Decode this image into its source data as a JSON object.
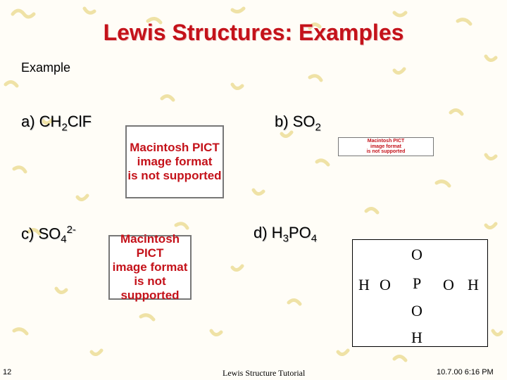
{
  "slide": {
    "title": "Lewis Structures:  Examples",
    "example_label": "Example",
    "items": {
      "a": {
        "prefix": "a)  CH",
        "sub1": "2",
        "rest": "ClF"
      },
      "b": {
        "prefix": "b) SO",
        "sub1": "2"
      },
      "c": {
        "prefix": "c)  SO",
        "sub1": "4",
        "sup": "2-"
      },
      "d": {
        "prefix": "d) H",
        "sub1": "3",
        "mid": "PO",
        "sub2": "4"
      }
    },
    "pict_placeholder": {
      "line1": "Macintosh PICT",
      "line2": "image format",
      "line3": "is not supported"
    },
    "structure": {
      "top": "O",
      "left_h": "H",
      "left_o": "O",
      "center": "P",
      "right_o": "O",
      "right_h": "H",
      "bottom_o": "O",
      "bottom_h": "H"
    },
    "footer": {
      "page_number": "12",
      "center_text": "Lewis Structure Tutorial",
      "date": "10.7.00 6:16 PM"
    }
  }
}
